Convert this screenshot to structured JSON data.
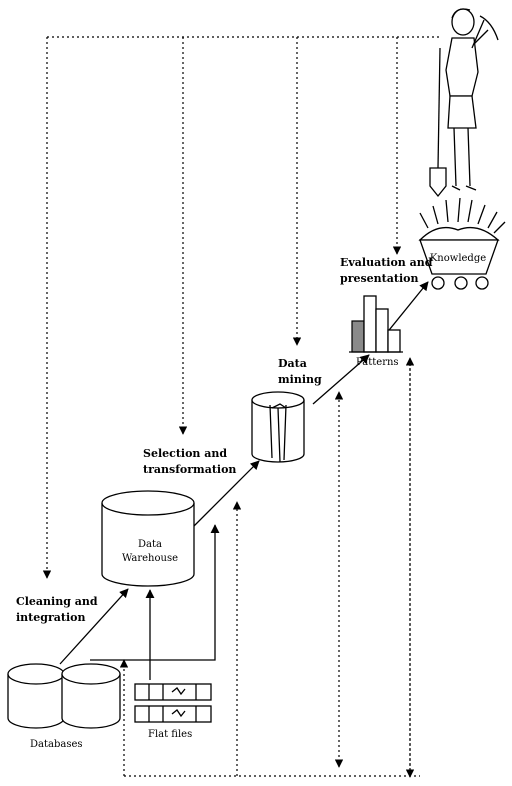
{
  "stages": {
    "cleaning": [
      "Cleaning and",
      "integration"
    ],
    "selection": [
      "Selection and",
      "transformation"
    ],
    "mining": [
      "Data",
      "mining"
    ],
    "evaluation": [
      "Evaluation and",
      "presentation"
    ]
  },
  "nodes": {
    "databases": "Databases",
    "flat_files": "Flat files",
    "warehouse": [
      "Data",
      "Warehouse"
    ],
    "patterns": "Patterns",
    "knowledge": "Knowledge"
  }
}
